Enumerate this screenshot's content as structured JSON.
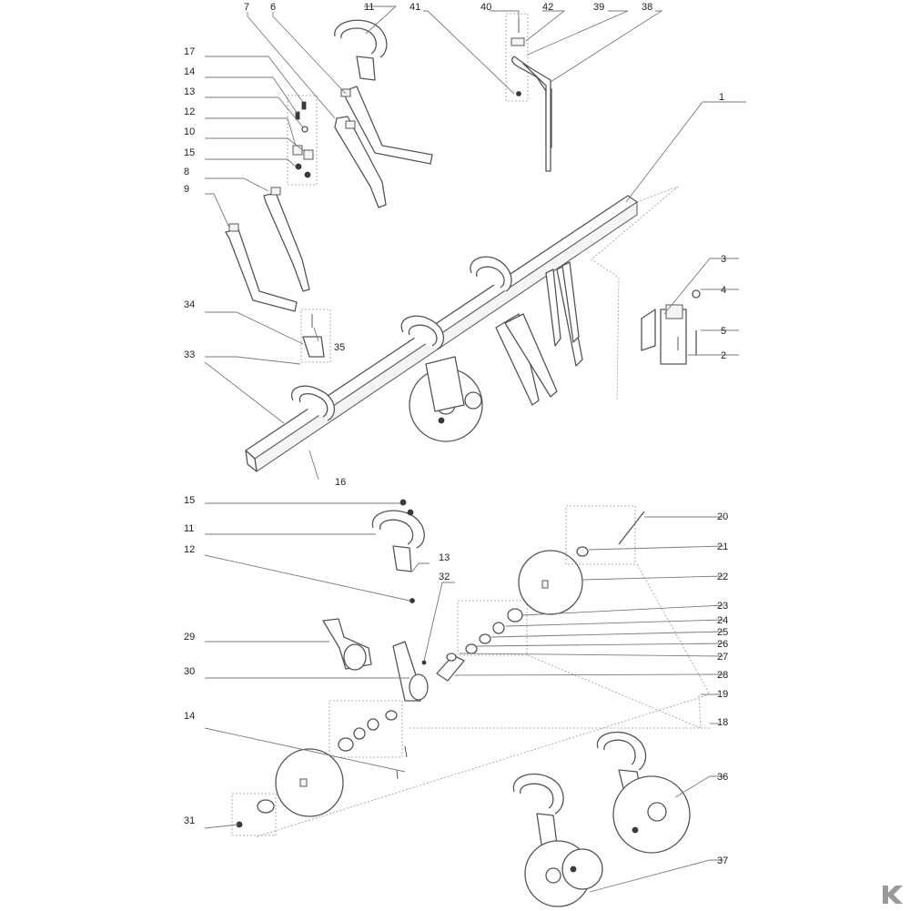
{
  "colors": {
    "line": "#555555",
    "leader": "#7a7a7a",
    "background": "#ffffff",
    "logo": "#9a9a9a"
  },
  "labels": {
    "p1": "1",
    "p2": "2",
    "p3": "3",
    "p4": "4",
    "p5": "5",
    "p6": "6",
    "p7": "7",
    "p8": "8",
    "p9": "9",
    "p10": "10",
    "p11": "11",
    "p12": "12",
    "p13": "13",
    "p14": "14",
    "p15": "15",
    "p16": "16",
    "p17": "17",
    "p33": "33",
    "p34": "34",
    "p35": "35",
    "p38": "38",
    "p39": "39",
    "p40": "40",
    "p41": "41",
    "p42": "42",
    "q11": "11",
    "q12": "12",
    "q13": "13",
    "q14": "14",
    "q15": "15",
    "p18": "18",
    "p19": "19",
    "p20": "20",
    "p21": "21",
    "p22": "22",
    "p23": "23",
    "p24": "24",
    "p25": "25",
    "p26": "26",
    "p27": "27",
    "p28": "28",
    "p29": "29",
    "p30": "30",
    "p31": "31",
    "p32": "32",
    "p36": "36",
    "p37": "37"
  },
  "logo": {
    "icon": "brand-logo-icon"
  }
}
